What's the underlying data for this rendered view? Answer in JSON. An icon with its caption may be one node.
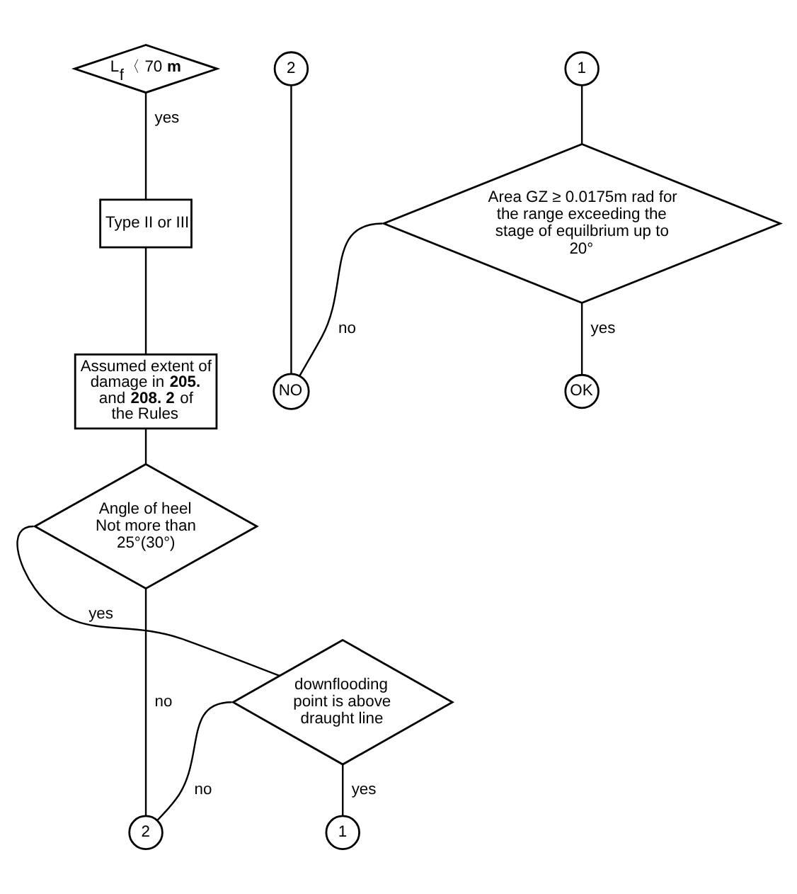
{
  "diagram": {
    "nodes": [
      {
        "text": [
          "L$_{f}$〈 70 **m**"
        ]
      },
      {
        "text": [
          "Type II or III"
        ]
      },
      {
        "text": [
          "Assumed extent of damage in **205.** and **208. 2** of the Rules"
        ]
      },
      {
        "text": [
          "Angle of heel Not more than 25°(30°)"
        ]
      },
      {
        "text": [
          "downflooding point is above draught line"
        ]
      },
      {
        "text": [
          "2"
        ]
      },
      {
        "text": [
          "1"
        ]
      },
      {
        "text": [
          "2"
        ]
      },
      {
        "text": [
          "NO"
        ]
      },
      {
        "text": [
          "1"
        ]
      },
      {
        "text": [
          "Area GZ ≥ 0.0175m rad for the range exceeding the stage of equilbrium up to 20°"
        ]
      },
      {
        "text": [
          "OK"
        ]
      }
    ],
    "edges": [
      {
        "from": 0,
        "to": 1,
        "arrow": "none",
        "label": "yes"
      },
      {
        "from": 1,
        "to": 2,
        "arrow": "none"
      },
      {
        "from": 2,
        "to": 3,
        "arrow": "none"
      },
      {
        "from": 3,
        "to": 4,
        "arrow": "none",
        "label": "yes"
      },
      {
        "from": 3,
        "to": 5,
        "arrow": "none",
        "label": "no"
      },
      {
        "from": 4,
        "to": 5,
        "arrow": "none",
        "label": "no"
      },
      {
        "from": 4,
        "to": 6,
        "arrow": "none",
        "label": "yes"
      },
      {
        "from": 7,
        "to": 8,
        "arrow": "none"
      },
      {
        "from": 9,
        "to": 10,
        "arrow": "none"
      },
      {
        "from": 10,
        "to": 8,
        "arrow": "none",
        "label": "no"
      },
      {
        "from": 10,
        "to": 11,
        "arrow": "none",
        "label": "yes"
      }
    ]
  }
}
